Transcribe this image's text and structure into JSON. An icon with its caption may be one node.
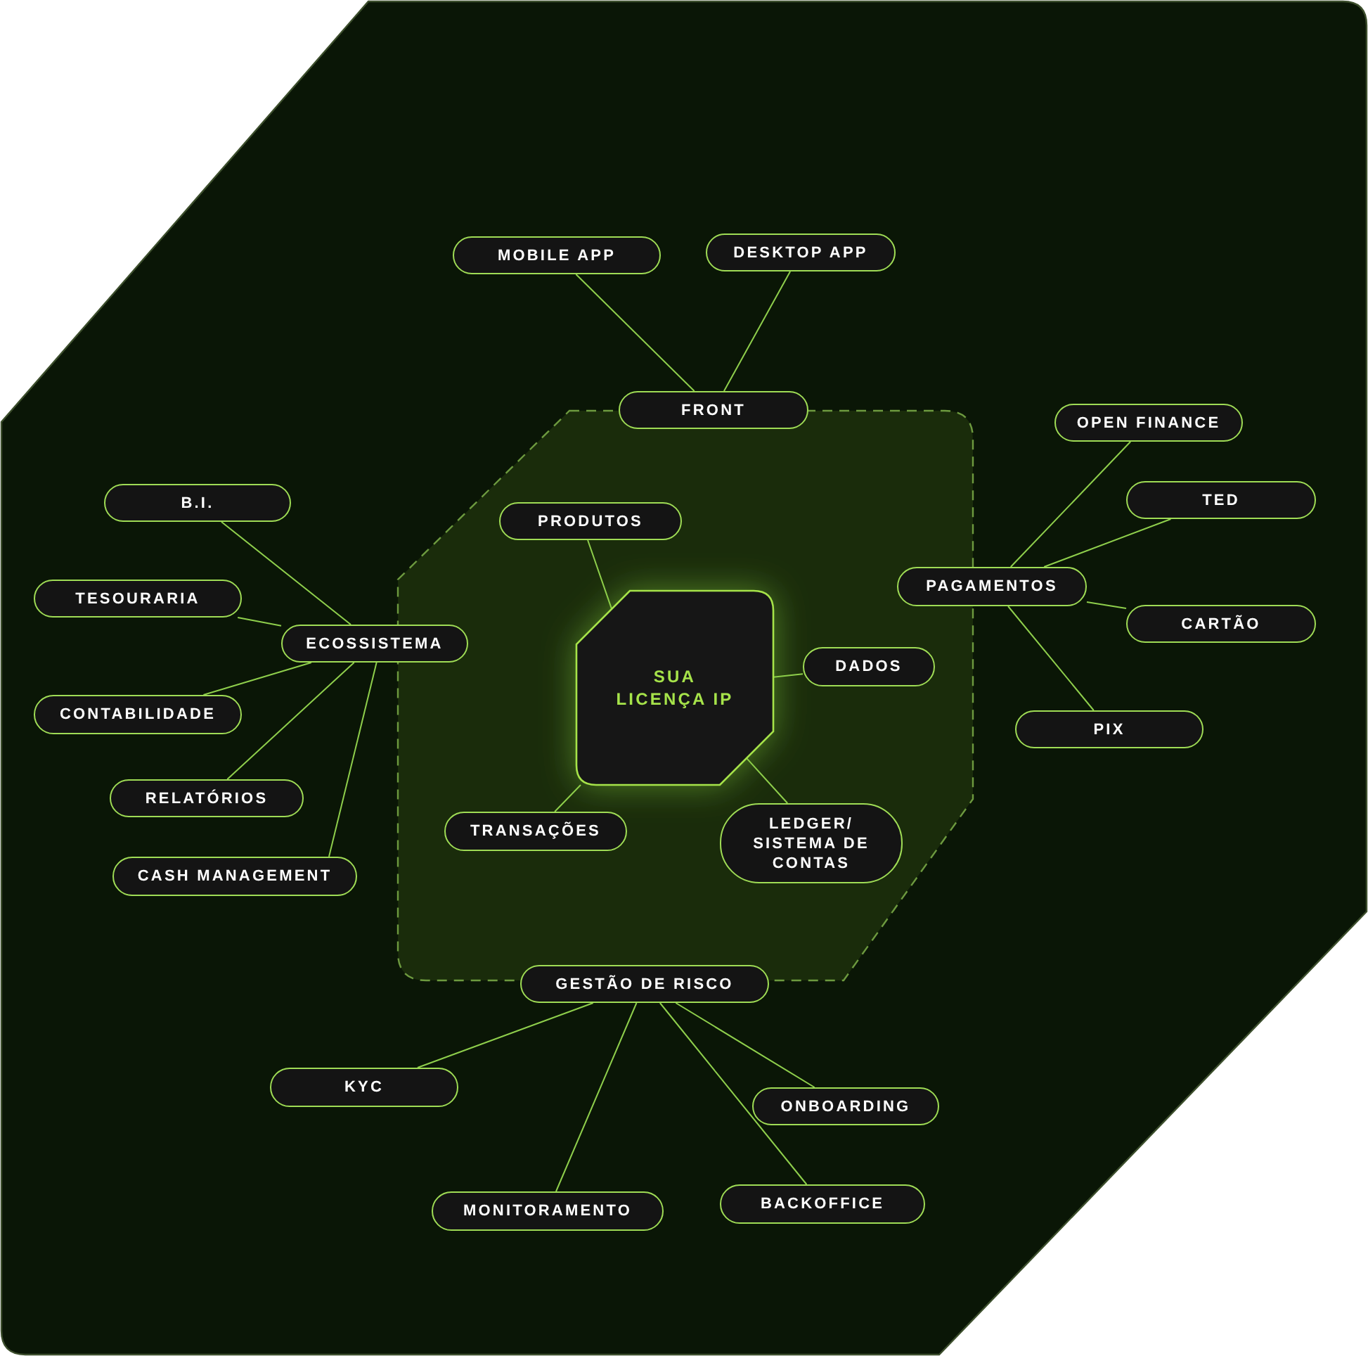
{
  "diagram": {
    "nodes": [
      {
        "text": [
          "MOBILE APP"
        ]
      },
      {
        "text": [
          "DESKTOP APP"
        ]
      },
      {
        "text": [
          "FRONT"
        ]
      },
      {
        "text": [
          "OPEN FINANCE"
        ]
      },
      {
        "text": [
          "B.I."
        ]
      },
      {
        "text": [
          "PRODUTOS"
        ]
      },
      {
        "text": [
          "TED"
        ]
      },
      {
        "text": [
          "PAGAMENTOS"
        ]
      },
      {
        "text": [
          "TESOURARIA"
        ]
      },
      {
        "text": [
          "ECOSSISTEMA"
        ]
      },
      {
        "text": [
          "SUA LICENÇA IP"
        ]
      },
      {
        "text": [
          "CARTÃO"
        ]
      },
      {
        "text": [
          "DADOS"
        ]
      },
      {
        "text": [
          "CONTABILIDADE"
        ]
      },
      {
        "text": [
          "PIX"
        ]
      },
      {
        "text": [
          "RELATÓRIOS"
        ]
      },
      {
        "text": [
          "TRANSAÇÕES"
        ]
      },
      {
        "text": [
          "LEDGER/ SISTEMA DE CONTAS"
        ]
      },
      {
        "text": [
          "CASH MANAGEMENT"
        ]
      },
      {
        "text": [
          "GESTÃO DE RISCO"
        ]
      },
      {
        "text": [
          "KYC"
        ]
      },
      {
        "text": [
          "ONBOARDING"
        ]
      },
      {
        "text": [
          "MONITORAMENTO"
        ]
      },
      {
        "text": [
          "BACKOFFICE"
        ]
      }
    ],
    "edges": [
      {
        "from": 2,
        "to": 0,
        "arrow": "none"
      },
      {
        "from": 2,
        "to": 1,
        "arrow": "none"
      },
      {
        "from": 9,
        "to": 4,
        "arrow": "none"
      },
      {
        "from": 9,
        "to": 8,
        "arrow": "none"
      },
      {
        "from": 9,
        "to": 13,
        "arrow": "none"
      },
      {
        "from": 9,
        "to": 15,
        "arrow": "none"
      },
      {
        "from": 9,
        "to": 18,
        "arrow": "none"
      },
      {
        "from": 7,
        "to": 3,
        "arrow": "none"
      },
      {
        "from": 7,
        "to": 6,
        "arrow": "none"
      },
      {
        "from": 7,
        "to": 11,
        "arrow": "none"
      },
      {
        "from": 7,
        "to": 14,
        "arrow": "none"
      },
      {
        "from": 10,
        "to": 5,
        "arrow": "none"
      },
      {
        "from": 10,
        "to": 12,
        "arrow": "none"
      },
      {
        "from": 10,
        "to": 16,
        "arrow": "none"
      },
      {
        "from": 10,
        "to": 17,
        "arrow": "none"
      },
      {
        "from": 19,
        "to": 20,
        "arrow": "none"
      },
      {
        "from": 19,
        "to": 22,
        "arrow": "none"
      },
      {
        "from": 19,
        "to": 23,
        "arrow": "none"
      },
      {
        "from": 19,
        "to": 21,
        "arrow": "none"
      }
    ]
  }
}
